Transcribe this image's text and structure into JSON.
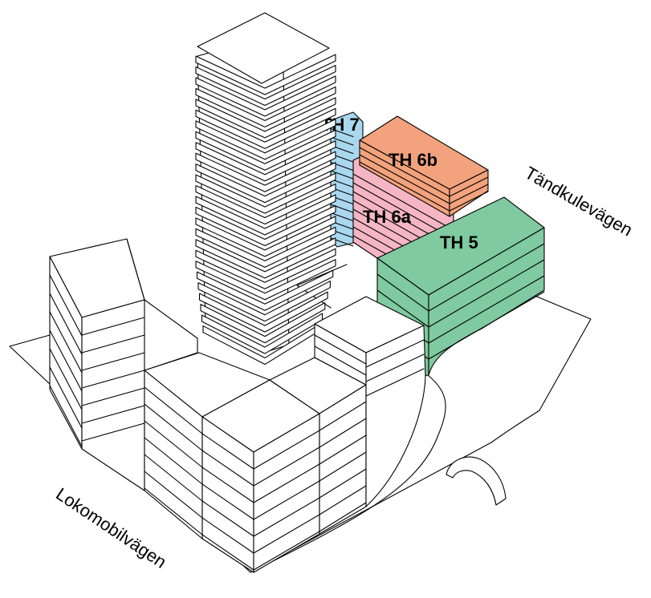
{
  "labels": {
    "th7": "TH 7",
    "th6b": "TH 6b",
    "th6a": "TH 6a",
    "th5": "TH 5"
  },
  "streets": {
    "north_east": "Tändkulevägen",
    "south_west": "Lokomobilvägen"
  },
  "colors": {
    "th7": "#a9d8ee",
    "th6b": "#f2a27c",
    "th6a": "#f5b5c4",
    "th5": "#7fcaa0",
    "line": "#000000",
    "white": "#ffffff"
  },
  "tower_floor_count": 26
}
